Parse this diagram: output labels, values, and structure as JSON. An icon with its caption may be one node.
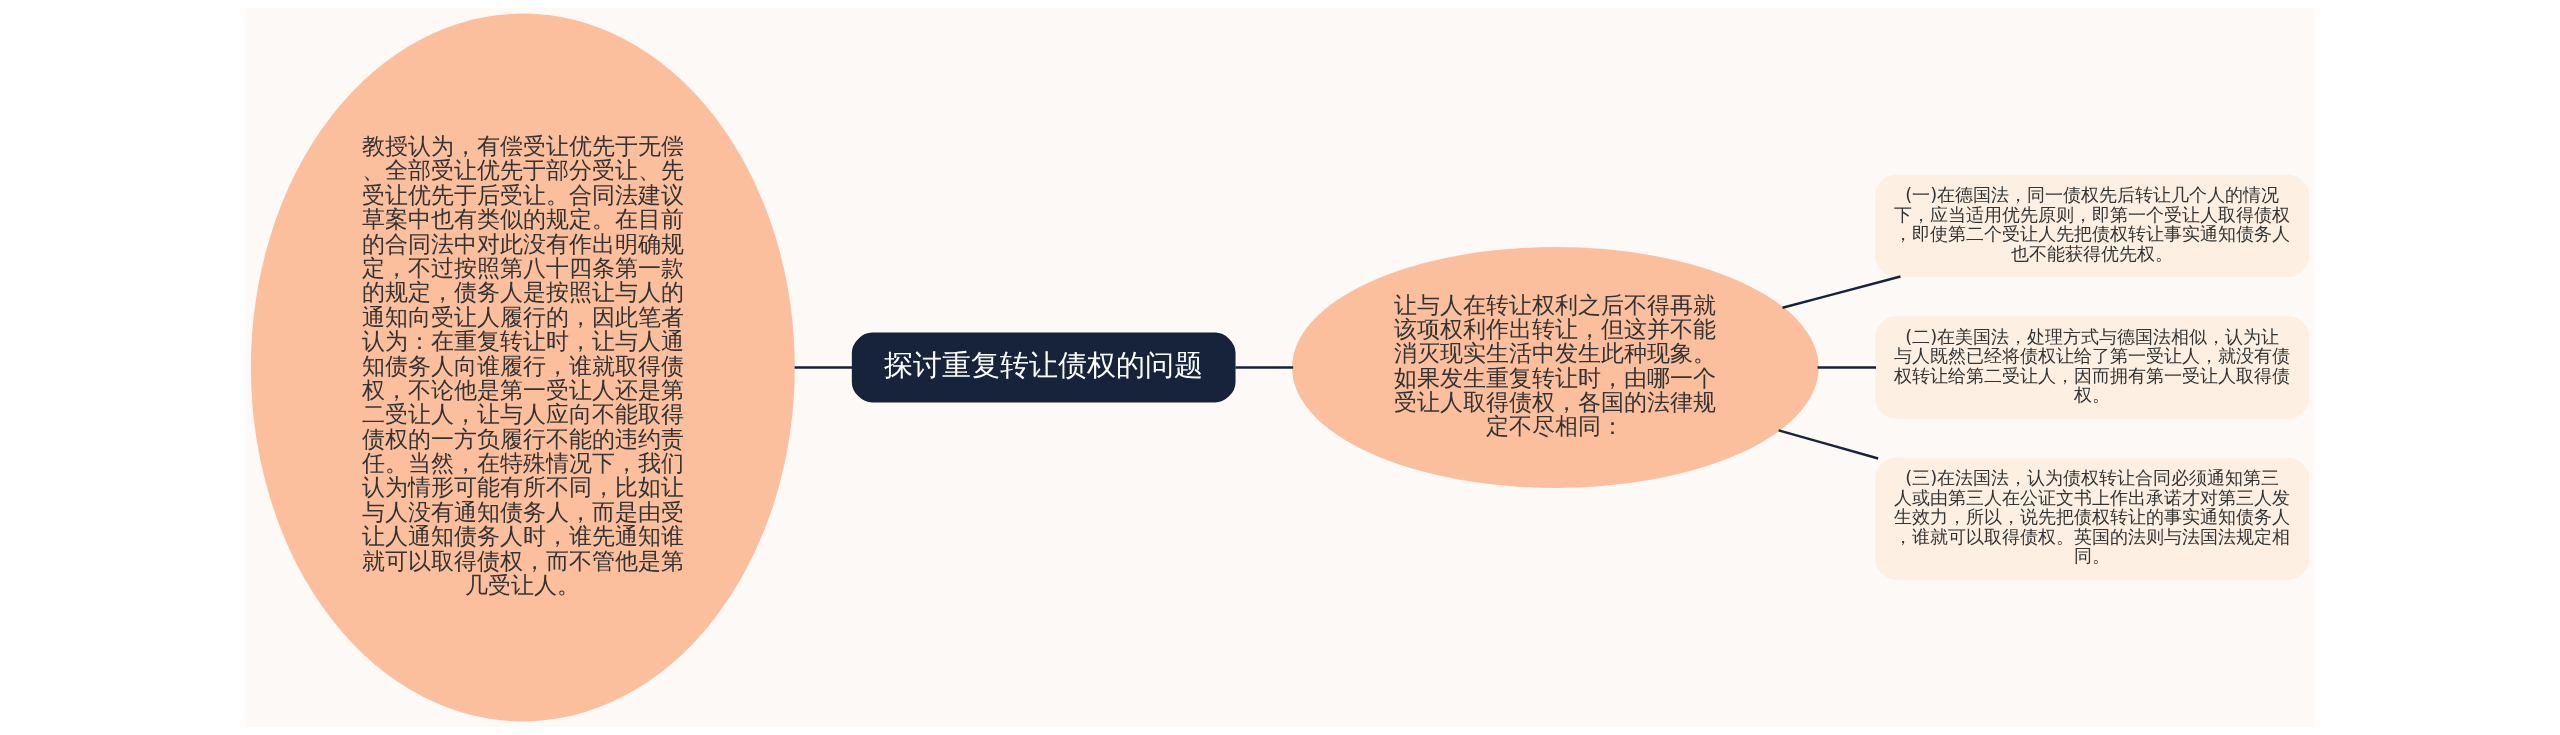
{
  "diagram": {
    "nodes": [
      {
        "text": [
          "教授认为，有偿受让优先于无偿、全部受让优先于部分受让、先受让优先于后受让。合同法建议草案中也有类似的规定。在目前的合同法中对此没有作出明确规定，不过按照第八十四条第一款的规定，债务人是按照让与人的通知向受让人履行的，因此笔者认为：在重复转让时，让与人通知债务人向谁履行，谁就取得债权，不论他是第一受让人还是第二受让人，让与人应向不能取得债权的一方负履行不能的违约责任。当然，在特殊情况下，我们认为情形可能有所不同，比如让与人没有通知债务人，而是由受让人通知债务人时，谁先通知谁就可以取得债权，而不管他是第几受让人。"
        ]
      },
      {
        "text": [
          "探讨重复转让债权的问题"
        ]
      },
      {
        "text": [
          "让与人在转让权利之后不得再就该项权利作出转让，但这并不能消灭现实生活中发生此种现象。如果发生重复转让时，由哪一个受让人取得债权，各国的法律规定不尽相同："
        ]
      },
      {
        "text": [
          "(一)在德国法，同一债权先后转让几个人的情况下，应当适用优先原则，即第一个受让人取得债权，即使第二个受让人先把债权转让事实通知债务人也不能获得优先权。"
        ]
      },
      {
        "text": [
          "(二)在美国法，处理方式与德国法相似，认为让与人既然已经将债权让给了第一受让人，就没有债权转让给第二受让人，因而拥有第一受让人取得债权。"
        ]
      },
      {
        "text": [
          "(三)在法国法，认为债权转让合同必须通知第三人或由第三人在公证文书上作出承诺才对第三人发生效力，所以，说先把债权转让的事实通知债务人，谁就可以取得债权。英国的法则与法国法规定相同。"
        ]
      }
    ],
    "edges": [
      {
        "from": 1,
        "to": 0,
        "arrow": "none"
      },
      {
        "from": 1,
        "to": 2,
        "arrow": "none"
      },
      {
        "from": 2,
        "to": 3,
        "arrow": "none"
      },
      {
        "from": 2,
        "to": 4,
        "arrow": "none"
      },
      {
        "from": 2,
        "to": 5,
        "arrow": "none"
      }
    ]
  }
}
